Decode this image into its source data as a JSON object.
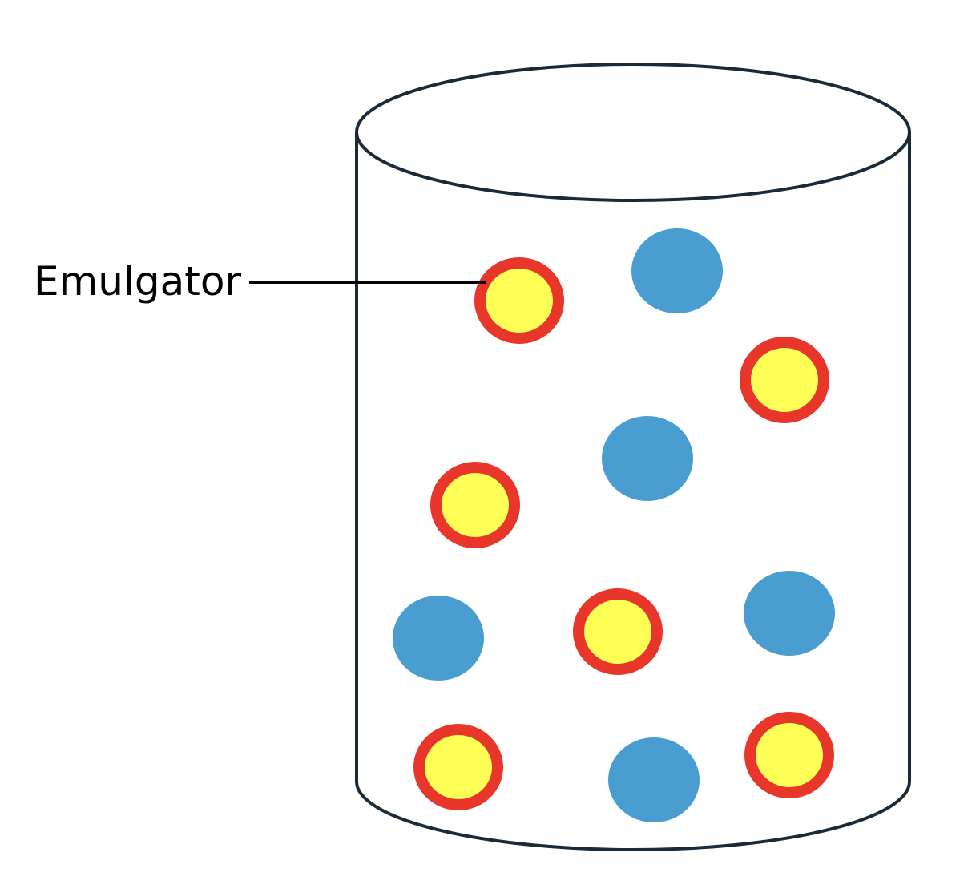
{
  "label": {
    "text": "Emulgator"
  },
  "colors": {
    "container_stroke": "#1b2a38",
    "emulsified_fill": "#ffff55",
    "emulsified_ring": "#e8362a",
    "droplet_fill": "#4a9dd1",
    "pointer_line": "#000000"
  },
  "contents": {
    "emulsified_droplet_count": 6,
    "plain_droplet_count": 5
  }
}
